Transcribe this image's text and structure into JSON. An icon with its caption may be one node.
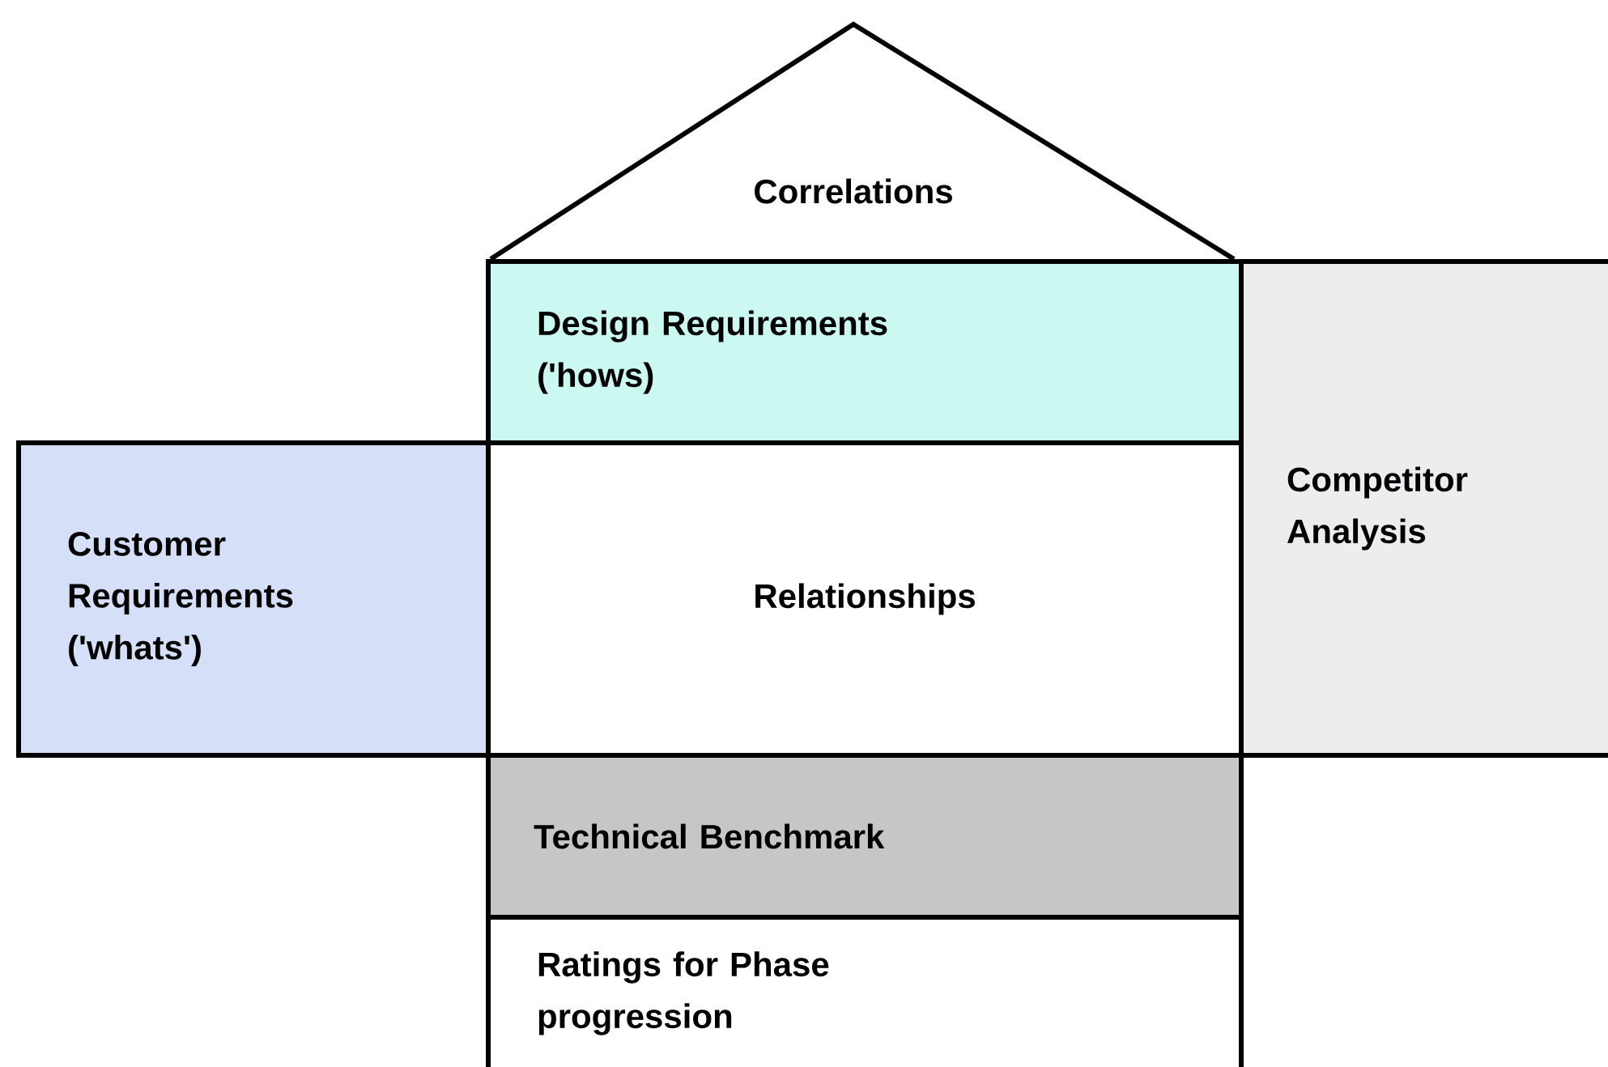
{
  "diagram": {
    "nodes": [
      {
        "text": [
          "Correlations"
        ]
      },
      {
        "text": [
          "Design Requirements ('hows)"
        ]
      },
      {
        "text": [
          "Customer Requirements ('whats')"
        ]
      },
      {
        "text": [
          "Relationships"
        ]
      },
      {
        "text": [
          "Competitor Analysis"
        ]
      },
      {
        "text": [
          "Technical Benchmark"
        ]
      },
      {
        "text": [
          "Ratings for Phase progression"
        ]
      }
    ]
  }
}
